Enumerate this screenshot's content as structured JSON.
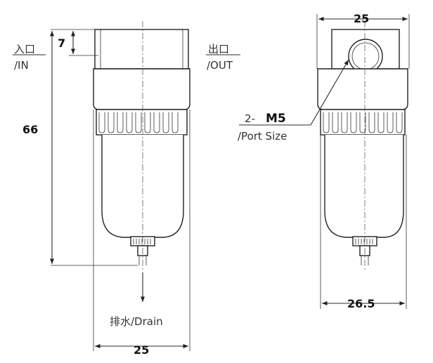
{
  "dimensions": {
    "port_height": "7",
    "overall_height": "66",
    "front_width": "25",
    "side_top_width": "25",
    "side_bottom_width": "26.5"
  },
  "labels": {
    "inlet_cn": "入口",
    "inlet_en": "/IN",
    "outlet_cn": "出口",
    "outlet_en": "/OUT",
    "port_prefix": "2-",
    "port_size": "M5",
    "port_caption": "/Port Size",
    "drain": "排水/Drain"
  },
  "colors": {
    "line": "#222222",
    "background": "#ffffff"
  }
}
